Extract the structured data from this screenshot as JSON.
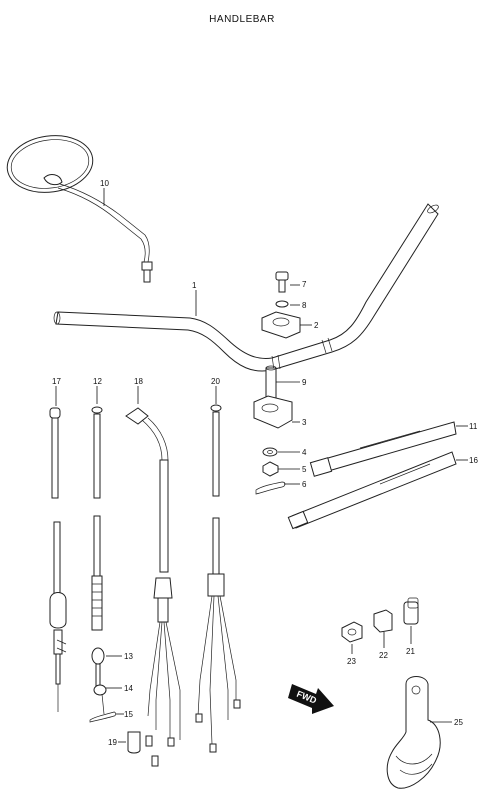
{
  "title": "HANDLEBAR",
  "fwd_label": "FWD",
  "parts": {
    "p1": "1",
    "p2": "2",
    "p3": "3",
    "p4": "4",
    "p5": "5",
    "p6": "6",
    "p7": "7",
    "p8": "8",
    "p9": "9",
    "p10": "10",
    "p11": "11",
    "p12": "12",
    "p13": "13",
    "p14": "14",
    "p15": "15",
    "p16": "16",
    "p17": "17",
    "p18": "18",
    "p19": "19",
    "p20": "20",
    "p21": "21",
    "p22": "22",
    "p23": "23",
    "p25": "25"
  }
}
